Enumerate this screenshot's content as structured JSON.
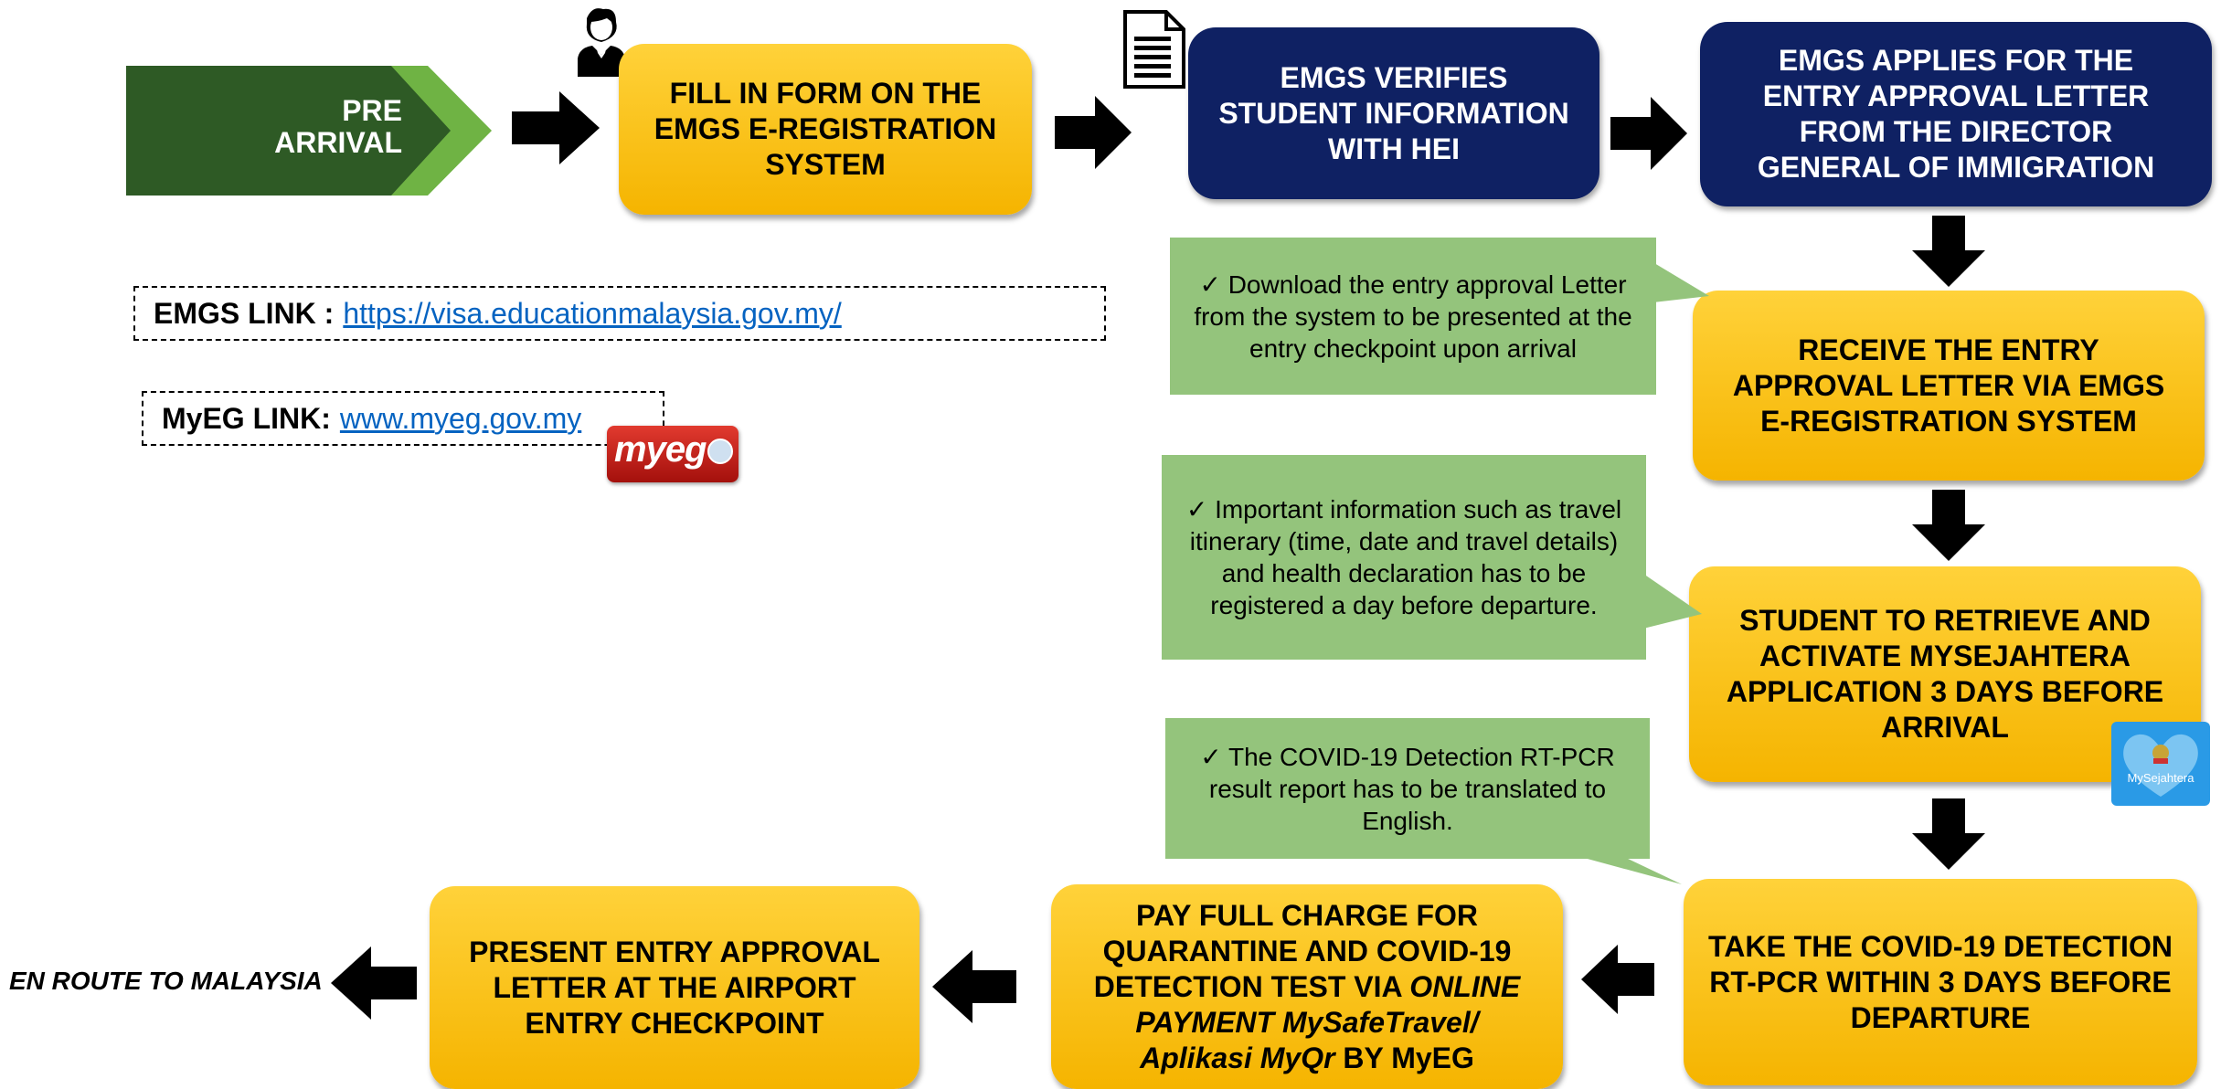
{
  "title_banner": {
    "label_line1": "PRE",
    "label_line2": "ARRIVAL"
  },
  "steps": {
    "fill_form": "FILL IN FORM ON THE EMGS E-REGISTRATION SYSTEM",
    "verify": "EMGS VERIFIES STUDENT INFORMATION WITH HEI",
    "apply_letter": "EMGS APPLIES FOR THE ENTRY APPROVAL LETTER FROM THE DIRECTOR GENERAL OF IMMIGRATION",
    "receive_letter": "RECEIVE THE ENTRY APPROVAL LETTER VIA EMGS E-REGISTRATION SYSTEM",
    "activate_app": "STUDENT TO RETRIEVE AND ACTIVATE MYSEJAHTERA APPLICATION 3 DAYS BEFORE ARRIVAL",
    "covid_test": "TAKE THE COVID-19 DETECTION RT-PCR WITHIN 3 DAYS BEFORE DEPARTURE",
    "pay": {
      "part1": "PAY FULL CHARGE FOR QUARANTINE AND COVID-19 DETECTION TEST VIA ",
      "part2_italic": "ONLINE PAYMENT MySafeTravel/ Aplikasi MyQr",
      "part3": " BY MyEG"
    },
    "present_letter": "PRESENT ENTRY APPROVAL LETTER AT THE AIRPORT ENTRY CHECKPOINT"
  },
  "notes": {
    "download": "✓ Download the entry approval Letter from the system to be presented at the entry checkpoint upon arrival",
    "important": "✓ Important information such as travel itinerary (time, date and travel details) and health declaration has to be registered a day before departure.",
    "covid": "✓ The COVID-19 Detection RT-PCR result report has to be translated to English."
  },
  "links": {
    "emgs_label": "EMGS LINK :",
    "emgs_url": "https://visa.educationmalaysia.gov.my/",
    "myeg_label": "MyEG LINK:",
    "myeg_url": "www.myeg.gov.my"
  },
  "logos": {
    "myeg": "myeg",
    "mysejahtera": "MySejahtera"
  },
  "end_label": "EN ROUTE TO MALAYSIA",
  "icons": {
    "person": "person-icon",
    "document": "document-icon",
    "arrow": "arrow-icon"
  },
  "colors": {
    "yellow": "#f8c21a",
    "navy": "#0f2163",
    "green_note": "#94c47c",
    "banner_dark": "#2e5a25",
    "banner_light": "#6fb344",
    "link": "#0563c1"
  }
}
